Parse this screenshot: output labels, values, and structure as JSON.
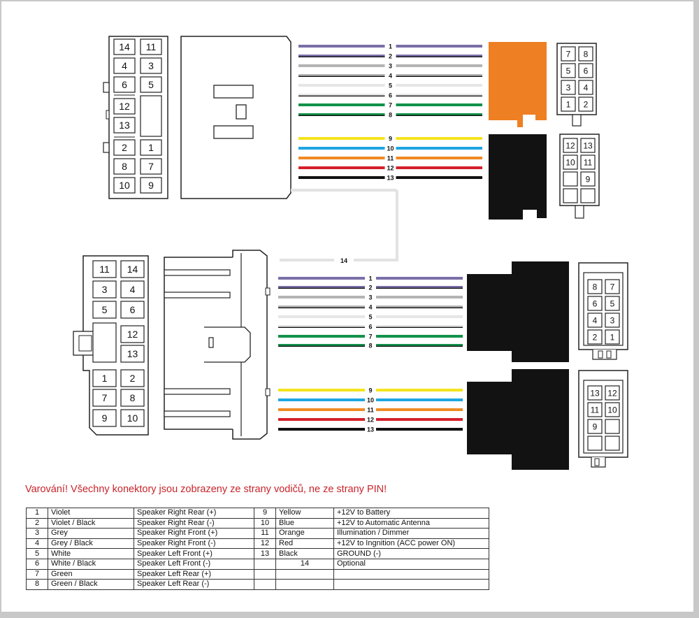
{
  "colors": {
    "violet": "#7b6fa8",
    "grey": "#b4b4b4",
    "white_wire": "#e6e6e6",
    "green": "#12924a",
    "yellow": "#f4e41c",
    "blue": "#1ea6e2",
    "orange": "#f08a24",
    "red": "#d4202a",
    "black": "#111111",
    "orange_connector": "#ee7f22",
    "black_connector": "#121212",
    "warning_text": "#c8242b"
  },
  "diagram": {
    "top_iso_pins": [
      [
        "14",
        "11"
      ],
      [
        "4",
        "3"
      ],
      [
        "6",
        "5"
      ],
      [
        "12",
        ""
      ],
      [
        "13",
        ""
      ],
      [
        "2",
        "1"
      ],
      [
        "8",
        "7"
      ],
      [
        "10",
        "9"
      ]
    ],
    "top_wire_numbers": [
      "1",
      "2",
      "3",
      "4",
      "5",
      "6",
      "7",
      "8",
      "9",
      "10",
      "11",
      "12",
      "13"
    ],
    "optional_wire_number": "14",
    "bottom_wire_numbers": [
      "1",
      "2",
      "3",
      "4",
      "5",
      "6",
      "7",
      "8",
      "9",
      "10",
      "11",
      "12",
      "13"
    ],
    "bottom_iso_pins": [
      [
        "11",
        "14"
      ],
      [
        "3",
        "4"
      ],
      [
        "5",
        "6"
      ],
      [
        "",
        "12"
      ],
      [
        "",
        "13"
      ],
      [
        "1",
        "2"
      ],
      [
        "7",
        "8"
      ],
      [
        "9",
        "10"
      ]
    ],
    "iso_speaker_pins_top": [
      [
        "7",
        "8"
      ],
      [
        "5",
        "6"
      ],
      [
        "3",
        "4"
      ],
      [
        "1",
        "2"
      ]
    ],
    "iso_power_pins_top": [
      [
        "12",
        "13"
      ],
      [
        "10",
        "11"
      ],
      [
        "",
        "9"
      ],
      [
        "",
        ""
      ]
    ],
    "iso_speaker_pins_bottom": [
      [
        "8",
        "7"
      ],
      [
        "6",
        "5"
      ],
      [
        "4",
        "3"
      ],
      [
        "2",
        "1"
      ]
    ],
    "iso_power_pins_bottom": [
      [
        "13",
        "12"
      ],
      [
        "11",
        "10"
      ],
      [
        "9",
        ""
      ],
      [
        "",
        ""
      ]
    ]
  },
  "warning": "Varování! Všechny konektory jsou zobrazeny ze strany vodičů, ne ze strany PIN!",
  "pin_table": [
    {
      "n": "1",
      "color": "Violet",
      "func": "Speaker Right Rear (+)",
      "n2": "9",
      "color2": "Yellow",
      "func2": "+12V to Battery"
    },
    {
      "n": "2",
      "color": "Violet / Black",
      "func": "Speaker Right Rear (-)",
      "n2": "10",
      "color2": "Blue",
      "func2": "+12V to Automatic Antenna"
    },
    {
      "n": "3",
      "color": "Grey",
      "func": "Speaker Right Front (+)",
      "n2": "11",
      "color2": "Orange",
      "func2": "Illumination / Dimmer"
    },
    {
      "n": "4",
      "color": "Grey / Black",
      "func": "Speaker Right Front (-)",
      "n2": "12",
      "color2": "Red",
      "func2": "+12V to Ingnition (ACC power ON)"
    },
    {
      "n": "5",
      "color": "White",
      "func": "Speaker Left Front (+)",
      "n2": "13",
      "color2": "Black",
      "func2": "GROUND (-)"
    },
    {
      "n": "6",
      "color": "White / Black",
      "func": "Speaker Left Front (-)",
      "n2": "",
      "color2": "14",
      "func2": "Optional"
    },
    {
      "n": "7",
      "color": "Green",
      "func": "Speaker Left Rear (+)",
      "n2": "",
      "color2": "",
      "func2": ""
    },
    {
      "n": "8",
      "color": "Green / Black",
      "func": "Speaker Left Rear (-)",
      "n2": "",
      "color2": "",
      "func2": ""
    }
  ]
}
